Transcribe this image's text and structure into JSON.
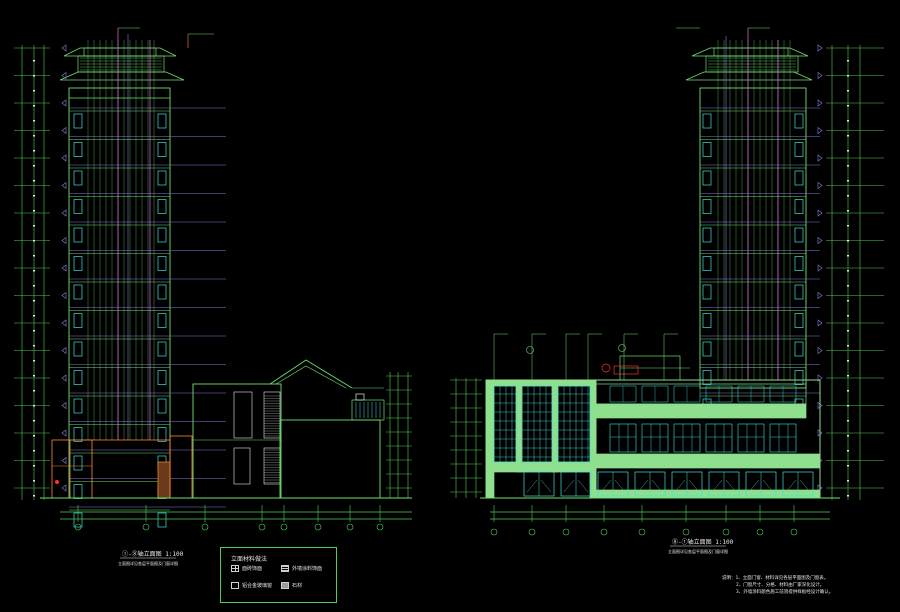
{
  "drawings": [
    {
      "id": "elevation-left",
      "title": "①-⑧轴立面图",
      "scale": "1:100",
      "subtitle": "立面图详见各层平面图及门窗详图"
    },
    {
      "id": "elevation-right",
      "title": "⑧-①轴立面图",
      "scale": "1:100",
      "subtitle": "立面图详见各层平面图及门窗详图"
    }
  ],
  "legend": {
    "title": "立面材料做法",
    "items": [
      {
        "label": "面砖饰面",
        "swatch": "cross"
      },
      {
        "label": "外墙涂料饰面",
        "swatch": "hatch"
      },
      {
        "label": "铝合金玻璃窗",
        "swatch": "plain"
      },
      {
        "label": "石材",
        "swatch": "solid"
      }
    ]
  },
  "notes": [
    "说明：1、立面门窗、材料详见各层平面图及门窗表。",
    "2、门窗尺寸、分格、材料由厂家深化设计。",
    "3、外墙涂料颜色施工前须提供样板经设计确认。"
  ],
  "colors": {
    "background": "#000000",
    "structure": "#6fe06f",
    "dimension": "#4fd14f",
    "grid": "#8a7ae0",
    "column": "#e070e0",
    "annotation": "#e6e6e6",
    "window": "#3fe0e0",
    "highlight": "#ff3030",
    "brick": "#ff8a2a",
    "facade": "#8ee08e"
  }
}
